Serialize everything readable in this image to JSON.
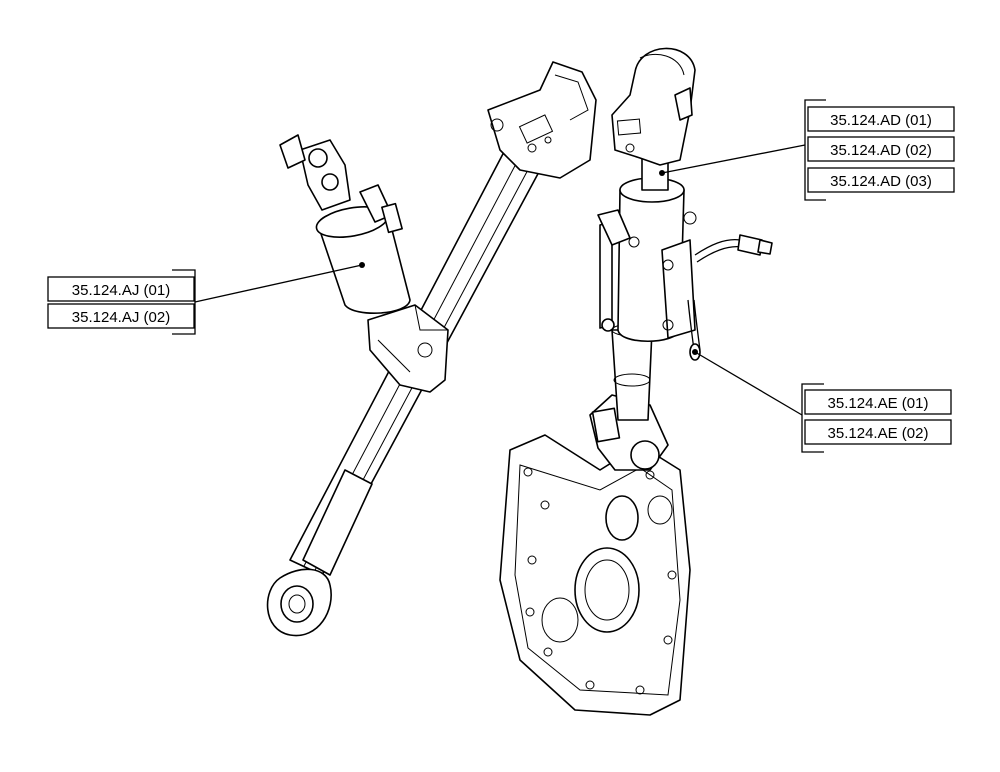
{
  "callouts": {
    "aj": [
      "35.124.AJ (01)",
      "35.124.AJ (02)"
    ],
    "ad": [
      "35.124.AD (01)",
      "35.124.AD (02)",
      "35.124.AD (03)"
    ],
    "ae": [
      "35.124.AE (01)",
      "35.124.AE (02)"
    ]
  }
}
